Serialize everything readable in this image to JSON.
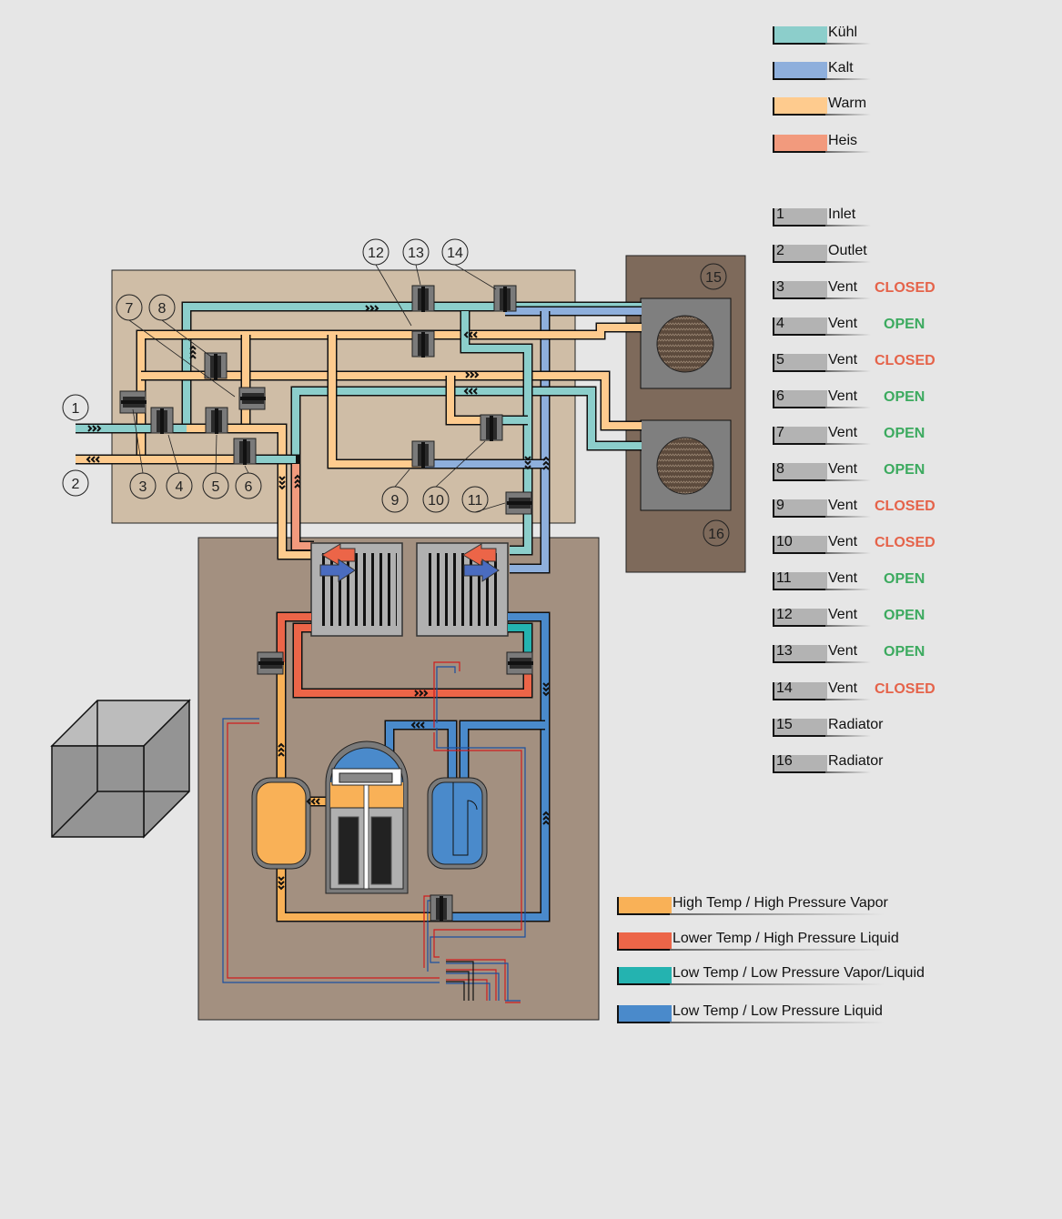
{
  "temperature_legend": [
    {
      "label": "Kühl",
      "color": "#8ccecb"
    },
    {
      "label": "Kalt",
      "color": "#8eafdc"
    },
    {
      "label": "Warm",
      "color": "#fecb8e"
    },
    {
      "label": "Heis",
      "color": "#f29a7d"
    }
  ],
  "component_legend": [
    {
      "number": "1",
      "label": "Inlet",
      "state": ""
    },
    {
      "number": "2",
      "label": "Outlet",
      "state": ""
    },
    {
      "number": "3",
      "label": "Vent",
      "state": "CLOSED"
    },
    {
      "number": "4",
      "label": "Vent",
      "state": "OPEN"
    },
    {
      "number": "5",
      "label": "Vent",
      "state": "CLOSED"
    },
    {
      "number": "6",
      "label": "Vent",
      "state": "OPEN"
    },
    {
      "number": "7",
      "label": "Vent",
      "state": "OPEN"
    },
    {
      "number": "8",
      "label": "Vent",
      "state": "OPEN"
    },
    {
      "number": "9",
      "label": "Vent",
      "state": "CLOSED"
    },
    {
      "number": "10",
      "label": "Vent",
      "state": "CLOSED"
    },
    {
      "number": "11",
      "label": "Vent",
      "state": "OPEN"
    },
    {
      "number": "12",
      "label": "Vent",
      "state": "OPEN"
    },
    {
      "number": "13",
      "label": "Vent",
      "state": "OPEN"
    },
    {
      "number": "14",
      "label": "Vent",
      "state": "CLOSED"
    },
    {
      "number": "15",
      "label": "Radiator",
      "state": ""
    },
    {
      "number": "16",
      "label": "Radiator",
      "state": ""
    }
  ],
  "state_colors": {
    "OPEN": "#3caa5f",
    "CLOSED": "#e5634a"
  },
  "refrigerant_legend": [
    {
      "label": "High Temp / High Pressure Vapor",
      "color": "#f9b157"
    },
    {
      "label": "Lower Temp / High Pressure Liquid",
      "color": "#ec6548"
    },
    {
      "label": "Low Temp / Low Pressure Vapor/Liquid",
      "color": "#24b3b0"
    },
    {
      "label": "Low Temp / Low Pressure Liquid",
      "color": "#4a8acb"
    }
  ],
  "callouts": [
    "1",
    "2",
    "3",
    "4",
    "5",
    "6",
    "7",
    "8",
    "9",
    "10",
    "11",
    "12",
    "13",
    "14",
    "15",
    "16"
  ],
  "flow_arrow_glyph": "»»»"
}
